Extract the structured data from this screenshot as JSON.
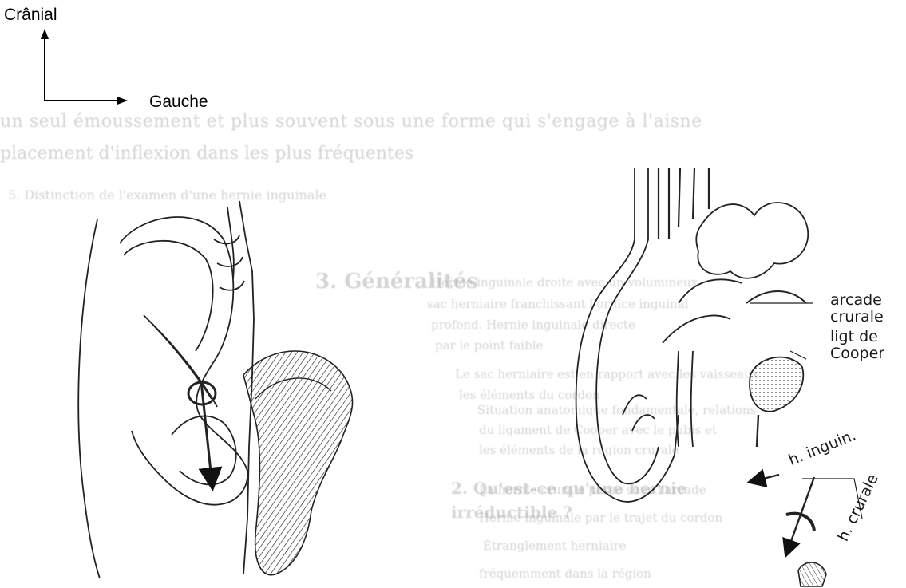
{
  "orientation": {
    "up_label": "Crânial",
    "right_label": "Gauche"
  },
  "figure_labels": {
    "arcade_1": "arcade",
    "arcade_2": "crurale",
    "cooper_1": "ligt de",
    "cooper_2": "Cooper",
    "inguinal": "h. inguin.",
    "crurale": "h. crurale"
  },
  "background_text": {
    "line1": "un seul émoussement et plus souvent sous une forme qui s'engage à l'aisne",
    "line2": "placement d'inflexion dans les plus fréquentes",
    "line3": "5. Distinction de l'examen d'une hernie inguinale",
    "heading1": "3. Généralités",
    "right1": "Hernie inguinale droite avec un volumineux",
    "right2": "sac herniaire franchissant l'orifice inguinal",
    "right3": "profond. Hernie inguinale directe",
    "right4": "par le point faible",
    "right5": "Le sac herniaire est en rapport avec les vaisseaux",
    "right6": "les éléments du cordon",
    "heading2": "2. Qu'est-ce qu'une hernie",
    "heading2b": "irréductible ?",
    "low1": "Situation anatomique fondamentale, relations",
    "low2": "du ligament de Cooper avec le pubis et",
    "low3": "les éléments de la région crurale",
    "low4": "La hernie crurale passe sous l'arcade",
    "low5": "Hernie inguinale par le trajet du cordon",
    "low6": "Étranglement herniaire",
    "low7": "fréquemment dans la région"
  }
}
